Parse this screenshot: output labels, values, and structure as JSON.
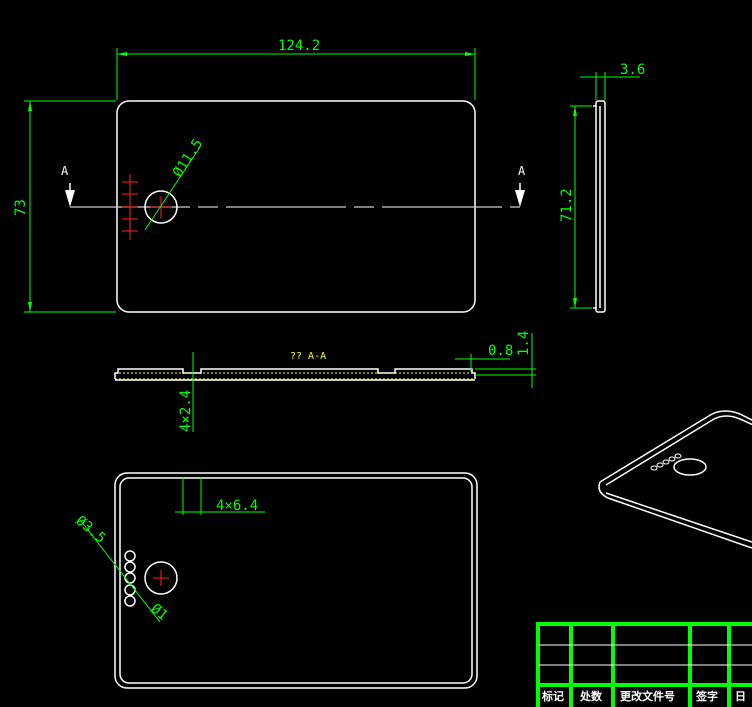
{
  "drawing": {
    "top_view": {
      "width_dim": "124.2",
      "height_dim": "73",
      "hole_dim": "Ø11.5",
      "section_mark_left": "A",
      "section_mark_right": "A"
    },
    "side_view": {
      "thickness_dim": "3.6",
      "height_dim": "71.2"
    },
    "section_view": {
      "title": "?? A-A",
      "wall_dim": "0.8",
      "step_dim": "1.4",
      "slot_dim": "4×2.4"
    },
    "bottom_view": {
      "slot_dim": "4×6.4",
      "small_hole_dim": "Ø3.5",
      "pin_dim": "Ø1"
    },
    "colors": {
      "outline": "#ffffff",
      "dimension": "#00ff00",
      "centerline": "#ff2020",
      "section_label": "#ffff00"
    }
  },
  "title_block": {
    "headers": [
      "标记",
      "处数",
      "更改文件号",
      "签字",
      "日"
    ]
  }
}
